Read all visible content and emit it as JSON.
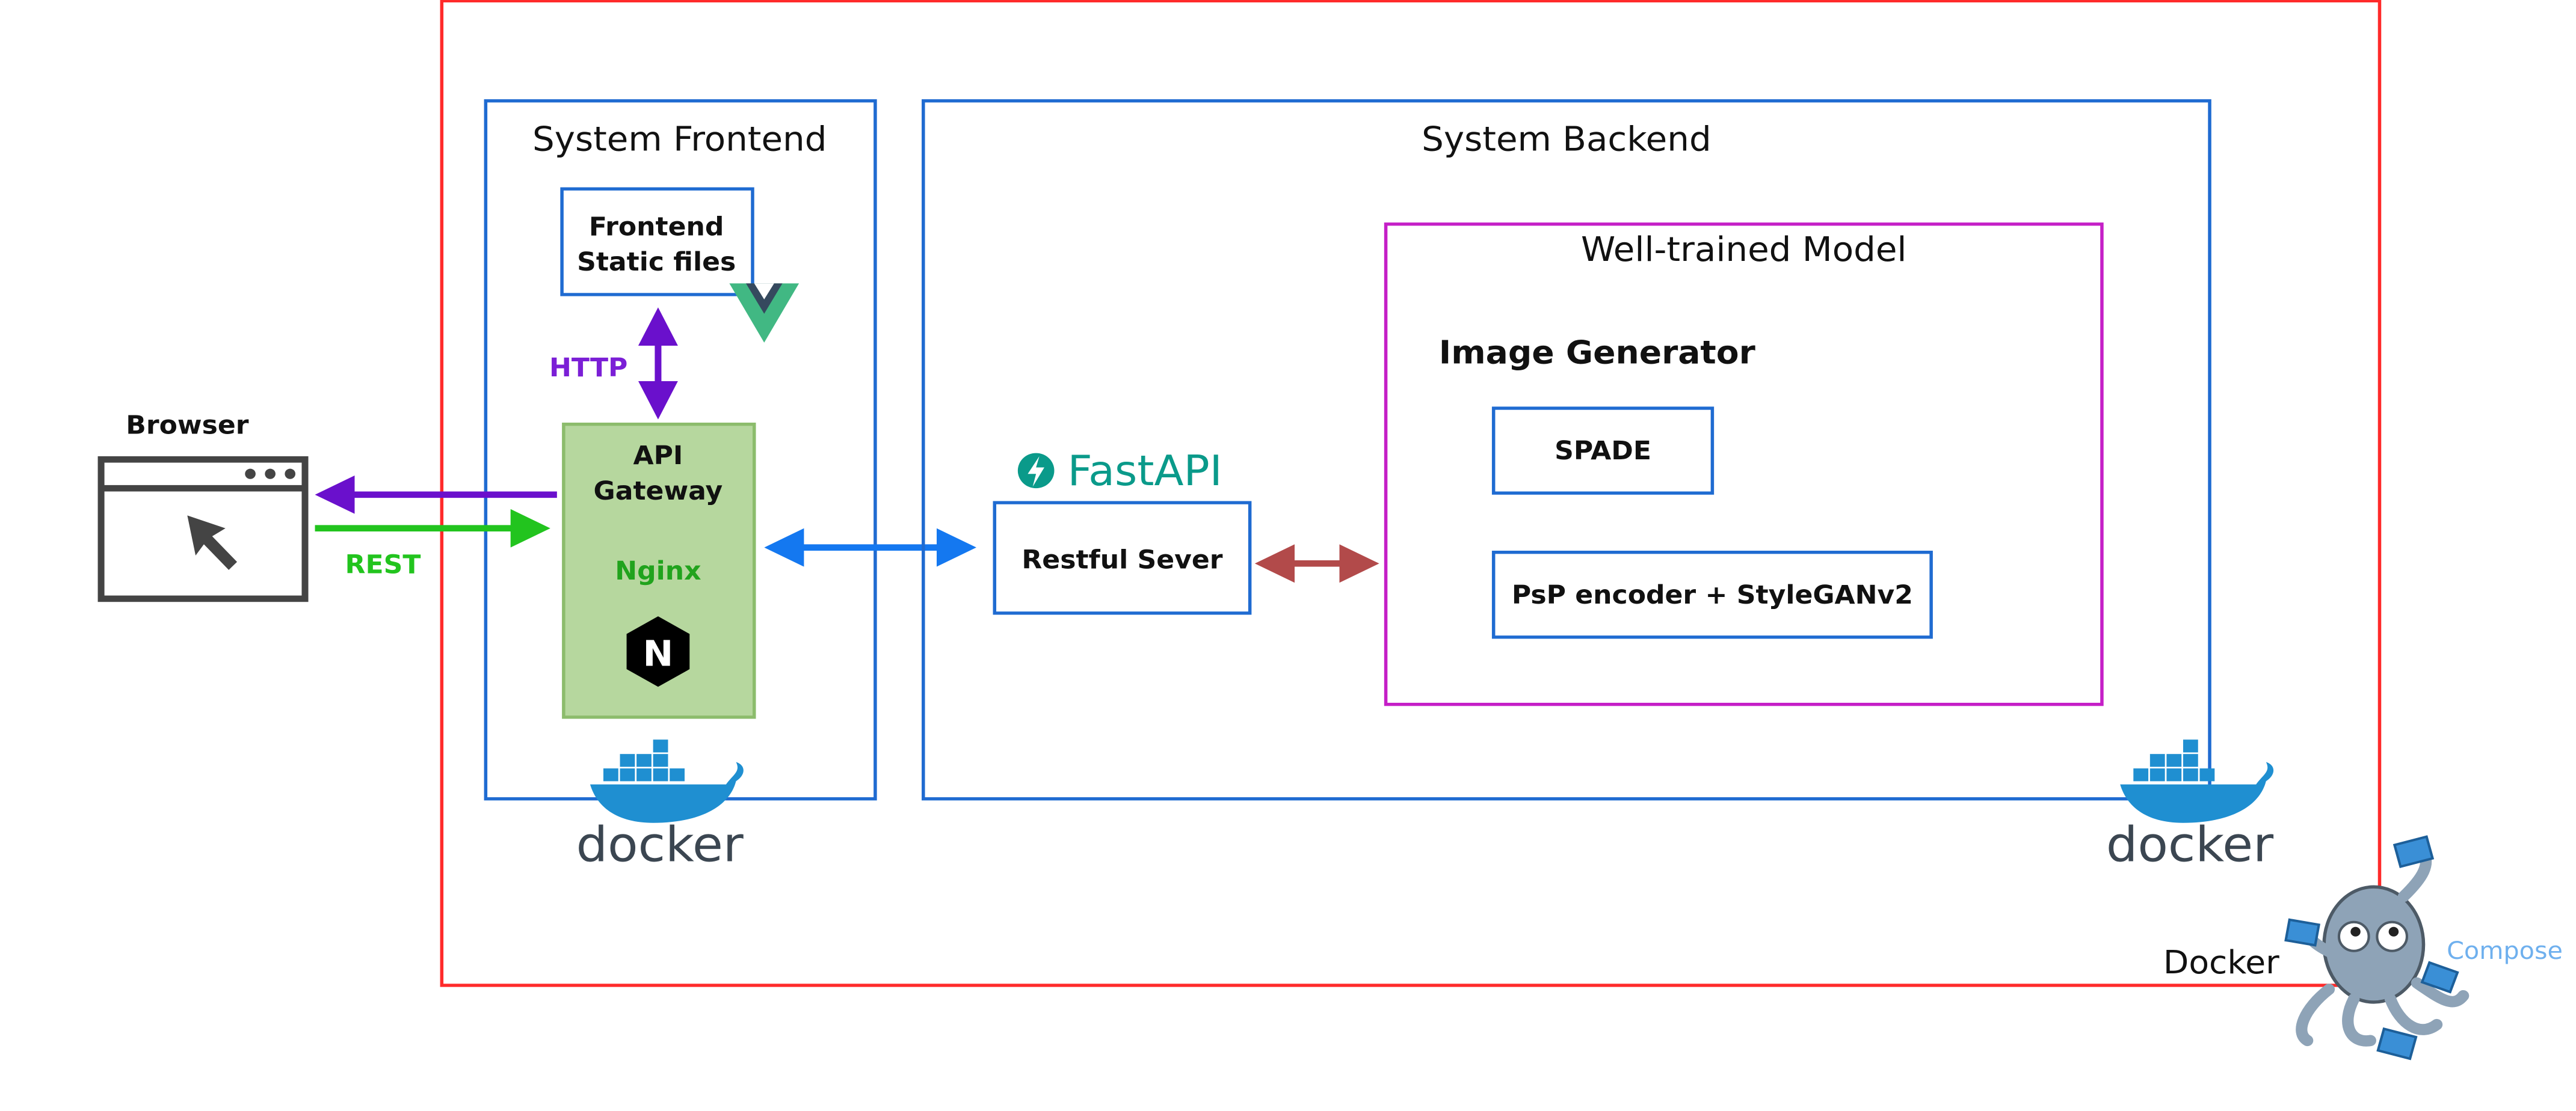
{
  "labels": {
    "browser": "Browser",
    "system_frontend": "System Frontend",
    "frontend_static_line1": "Frontend",
    "frontend_static_line2": "Static files",
    "http": "HTTP",
    "api_gateway_line1": "API",
    "api_gateway_line2": "Gateway",
    "nginx": "Nginx",
    "rest": "REST",
    "system_backend": "System Backend",
    "fastapi": "FastAPI",
    "restful_server": "Restful Sever",
    "well_trained_model": "Well-trained Model",
    "image_generator": "Image Generator",
    "spade": "SPADE",
    "psp": "PsP encoder + StyleGANv2",
    "docker_word_1": "docker",
    "docker_word_2": "docker",
    "compose_docker": "Docker",
    "compose_word": "Compose",
    "nginx_logo_letter": "N"
  },
  "colors": {
    "outer_border": "#ff2a2a",
    "blue_box": "#1f6bd1",
    "magenta_box": "#c51fc7",
    "gateway_fill": "#b6d79e",
    "gateway_border": "#8cbc6c",
    "purple_arrow": "#6a10cc",
    "green_arrow": "#22c41e",
    "blue_arrow": "#1478f0",
    "brown_arrow": "#b24a4a",
    "nginx_text": "#21a31d",
    "http_text": "#7b1fd6",
    "fastapi_teal": "#0a9a8a",
    "docker_blue": "#1f8fd1",
    "docker_text": "#3b4651",
    "vue_green": "#41b883",
    "vue_dark": "#35495e",
    "compose_blue": "#6fb0ee"
  },
  "icons": {
    "browser": "browser-window-icon",
    "cursor": "mouse-cursor-icon",
    "vue": "vue-logo-icon",
    "nginx": "nginx-logo-icon",
    "fastapi": "fastapi-logo-icon",
    "docker": "docker-whale-icon",
    "compose": "docker-compose-octopus-icon"
  }
}
